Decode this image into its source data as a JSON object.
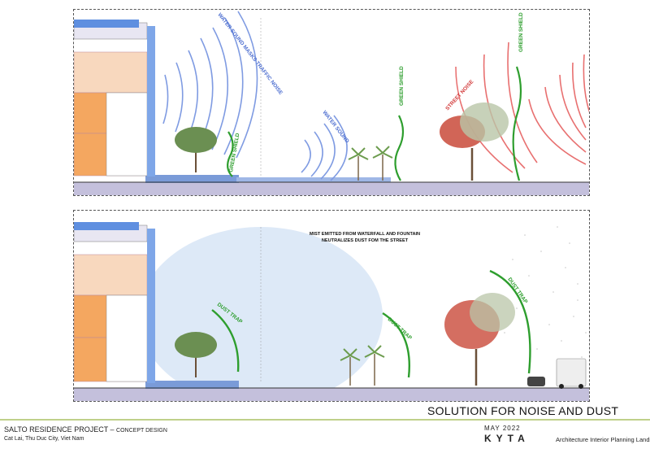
{
  "top_panel": {
    "labels": {
      "water_masks": "WATER SOUND MASKS TRAFFIC NOISE",
      "water_sound": "WATER SOUND",
      "green_shield_1": "GREEN SHIELD",
      "green_shield_2": "GREEN SHIELD",
      "green_shield_3": "GREEN SHIELD",
      "street_noise": "STREET NOISE"
    }
  },
  "bottom_panel": {
    "mist_caption_1": "MIST EMITTED FROM WATERFALL AND FOUNTAIN",
    "mist_caption_2": "NEUTRALIZES DUST FOM THE STREET",
    "labels": {
      "dust_trap_1": "DUST TRAP",
      "dust_trap_2": "DUST TRAP",
      "dust_trap_3": "DUST TRAP"
    }
  },
  "footer": {
    "solution_title": "SOLUTION FOR NOISE AND DUST",
    "project_name": "SALTO RESIDENCE PROJECT – ",
    "project_stage": "CONCEPT DESIGN",
    "location": "Cat Lai, Thu Duc City, Viet Nam",
    "date": "MAY 2022",
    "brand": "KYTA",
    "tagline": "Architecture  Interior  Planning  Landscape"
  },
  "colors": {
    "water": "#5b7fd6",
    "green": "#2e9e2e",
    "noise": "#e46a6a",
    "office": "#f6d2b4",
    "retail": "#f2a45c",
    "ground": "#bfbbd8"
  }
}
